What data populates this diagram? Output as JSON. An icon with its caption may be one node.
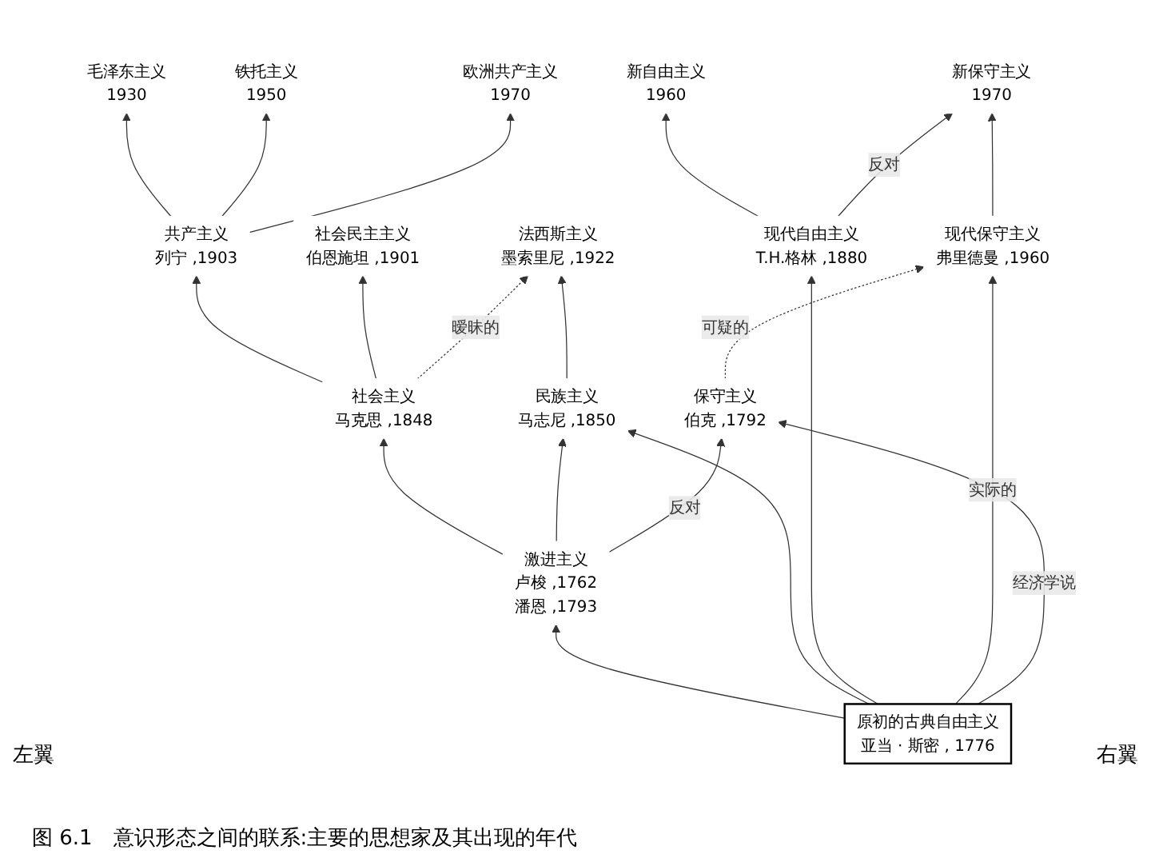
{
  "diagram": {
    "caption": "图 6.1　意识形态之间的联系:主要的思想家及其出现的年代",
    "nodes": [
      {
        "text": [
          "毛泽东主义",
          "1930"
        ]
      },
      {
        "text": [
          "铁托主义",
          "1950"
        ]
      },
      {
        "text": [
          "欧洲共产主义",
          "1970"
        ]
      },
      {
        "text": [
          "共产主义",
          "列宁 ,1903"
        ]
      },
      {
        "text": [
          "社会民主主义",
          "伯恩施坦 ,1901"
        ]
      },
      {
        "text": [
          "新自由主义",
          "1960"
        ]
      },
      {
        "text": [
          "新保守主义",
          "1970"
        ]
      },
      {
        "text": [
          "现代自由主义",
          "T.H.格林 ,1880"
        ]
      },
      {
        "text": [
          "现代保守主义",
          "弗里德曼 ,1960"
        ]
      },
      {
        "text": [
          "法西斯主义",
          "墨索里尼 ,1922"
        ]
      },
      {
        "text": [
          "社会主义",
          "马克思 ,1848"
        ]
      },
      {
        "text": [
          "民族主义",
          "马志尼 ,1850"
        ]
      },
      {
        "text": [
          "激进主义",
          "卢梭 ,1762",
          "潘恩 ,1793"
        ]
      },
      {
        "text": [
          "保守主义",
          "伯克 ,1792"
        ]
      },
      {
        "text": [
          "原初的古典自由主义",
          "亚当 · 斯密 , 1776"
        ]
      }
    ],
    "edges": [
      {
        "from": 3,
        "to": 0,
        "arrow": "to"
      },
      {
        "from": 3,
        "to": 1,
        "arrow": "to"
      },
      {
        "from": 3,
        "to": 2,
        "arrow": "to"
      },
      {
        "from": 10,
        "to": 3,
        "arrow": "to"
      },
      {
        "from": 10,
        "to": 4,
        "arrow": "to"
      },
      {
        "from": 7,
        "to": 5,
        "arrow": "to"
      },
      {
        "from": 7,
        "to": 6,
        "arrow": "to",
        "label": "反对"
      },
      {
        "from": 8,
        "to": 6,
        "arrow": "to"
      },
      {
        "from": 10,
        "to": 9,
        "arrow": "to",
        "label": "暧昧的",
        "style": "dashed"
      },
      {
        "from": 12,
        "to": 10,
        "arrow": "to"
      },
      {
        "from": 12,
        "to": 11,
        "arrow": "to"
      },
      {
        "from": 11,
        "to": 9,
        "arrow": "to"
      },
      {
        "from": 12,
        "to": 13,
        "arrow": "to",
        "label": "反对"
      },
      {
        "from": 14,
        "to": 12,
        "arrow": "to"
      },
      {
        "from": 14,
        "to": 11,
        "arrow": "to"
      },
      {
        "from": 14,
        "to": 7,
        "arrow": "to"
      },
      {
        "from": 14,
        "to": 8,
        "arrow": "to",
        "label": "实际的"
      },
      {
        "from": 14,
        "to": 13,
        "arrow": "to",
        "label": "经济学说"
      },
      {
        "from": 13,
        "to": 8,
        "arrow": "to",
        "label": "可疑的",
        "style": "dashed"
      }
    ],
    "labels": [
      "左翼",
      "右翼"
    ]
  }
}
